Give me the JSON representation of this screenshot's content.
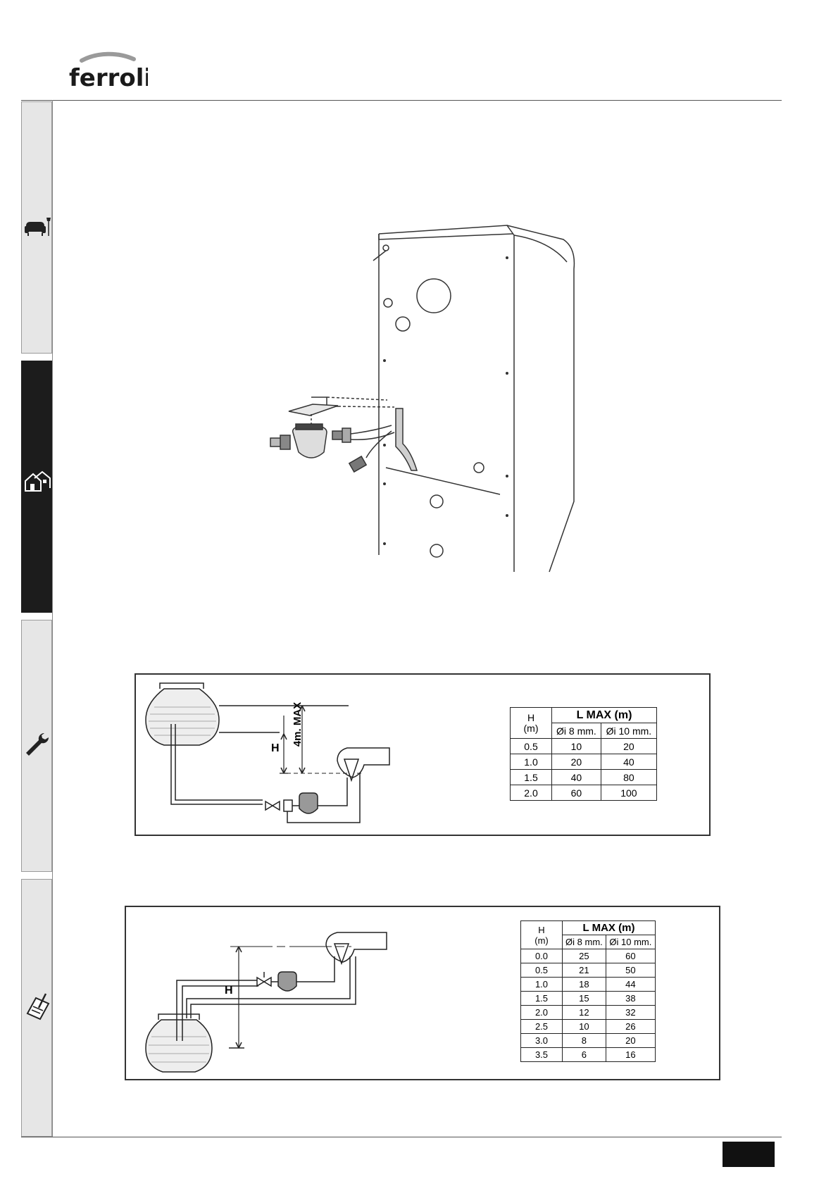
{
  "header": {
    "logo_text": "ferroli",
    "brand_color": "#1a1a1a"
  },
  "sidebar": {
    "tabs": [
      {
        "icon": "armchair-lamp-icon",
        "active": false
      },
      {
        "icon": "house-installation-icon",
        "active": true
      },
      {
        "icon": "wrench-icon",
        "active": false
      },
      {
        "icon": "clipboard-pen-icon",
        "active": false
      }
    ]
  },
  "figures": {
    "boiler": {
      "icon": "boiler-fuel-filter-assembly"
    },
    "figure1": {
      "label_h": "H",
      "label_max": "4m. MAX",
      "table": {
        "h_header": "H",
        "h_unit": "(m)",
        "title": "L MAX (m)",
        "col1": "Øi 8 mm.",
        "col2": "Øi 10 mm.",
        "rows": [
          {
            "h": "0.5",
            "c1": "10",
            "c2": "20"
          },
          {
            "h": "1.0",
            "c1": "20",
            "c2": "40"
          },
          {
            "h": "1.5",
            "c1": "40",
            "c2": "80"
          },
          {
            "h": "2.0",
            "c1": "60",
            "c2": "100"
          }
        ]
      }
    },
    "figure2": {
      "label_h": "H",
      "table": {
        "h_header": "H",
        "h_unit": "(m)",
        "title": "L MAX (m)",
        "col1": "Øi 8 mm.",
        "col2": "Øi 10 mm.",
        "rows": [
          {
            "h": "0.0",
            "c1": "25",
            "c2": "60"
          },
          {
            "h": "0.5",
            "c1": "21",
            "c2": "50"
          },
          {
            "h": "1.0",
            "c1": "18",
            "c2": "44"
          },
          {
            "h": "1.5",
            "c1": "15",
            "c2": "38"
          },
          {
            "h": "2.0",
            "c1": "12",
            "c2": "32"
          },
          {
            "h": "2.5",
            "c1": "10",
            "c2": "26"
          },
          {
            "h": "3.0",
            "c1": "8",
            "c2": "20"
          },
          {
            "h": "3.5",
            "c1": "6",
            "c2": "16"
          }
        ]
      }
    }
  }
}
